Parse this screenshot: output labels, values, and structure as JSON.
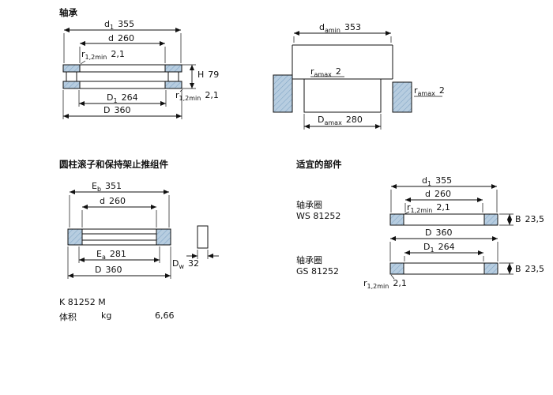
{
  "colors": {
    "hatch_blue": "#b7cde0",
    "line": "#111111",
    "background": "#ffffff"
  },
  "bearing_section": {
    "title": "轴承",
    "dims": {
      "d1": {
        "base": "d",
        "sub": "1",
        "value": "355"
      },
      "d": {
        "base": "d",
        "sub": "",
        "value": "260"
      },
      "r12_upper": {
        "base": "r",
        "sub": "1,2min",
        "value": "2,1"
      },
      "H": {
        "base": "H",
        "sub": "",
        "value": "79"
      },
      "r12_lower": {
        "base": "r",
        "sub": "1,2min",
        "value": "2,1"
      },
      "D1": {
        "base": "D",
        "sub": "1",
        "value": "264"
      },
      "D": {
        "base": "D",
        "sub": "",
        "value": "360"
      }
    }
  },
  "abutment_section": {
    "dims": {
      "damin": {
        "base": "d",
        "sub": "amin",
        "value": "353"
      },
      "ramax_left": {
        "base": "r",
        "sub": "amax",
        "value": "2"
      },
      "ramax_right": {
        "base": "r",
        "sub": "amax",
        "value": "2"
      },
      "Damax": {
        "base": "D",
        "sub": "amax",
        "value": "280"
      }
    }
  },
  "assembly_section": {
    "title": "圆柱滚子和保持架止推组件",
    "dims": {
      "Eb": {
        "base": "E",
        "sub": "b",
        "value": "351"
      },
      "d": {
        "base": "d",
        "sub": "",
        "value": "260"
      },
      "Ea": {
        "base": "E",
        "sub": "a",
        "value": "281"
      },
      "D": {
        "base": "D",
        "sub": "",
        "value": "360"
      },
      "Dw": {
        "base": "D",
        "sub": "w",
        "value": "32"
      }
    },
    "designation": "K 81252 M",
    "weight": {
      "label": "体积",
      "unit": "kg",
      "value": "6,66"
    }
  },
  "components_section": {
    "title": "适宜的部件",
    "ws": {
      "label": "轴承圈",
      "designation": "WS 81252",
      "dims": {
        "d1": {
          "base": "d",
          "sub": "1",
          "value": "355"
        },
        "d": {
          "base": "d",
          "sub": "",
          "value": "260"
        },
        "r12": {
          "base": "r",
          "sub": "1,2min",
          "value": "2,1"
        },
        "B": {
          "base": "B",
          "sub": "",
          "value": "23,5"
        }
      }
    },
    "gs": {
      "label": "轴承圈",
      "designation": "GS 81252",
      "dims": {
        "D": {
          "base": "D",
          "sub": "",
          "value": "360"
        },
        "D1": {
          "base": "D",
          "sub": "1",
          "value": "264"
        },
        "B": {
          "base": "B",
          "sub": "",
          "value": "23,5"
        },
        "r12": {
          "base": "r",
          "sub": "1,2min",
          "value": "2,1"
        }
      }
    }
  }
}
